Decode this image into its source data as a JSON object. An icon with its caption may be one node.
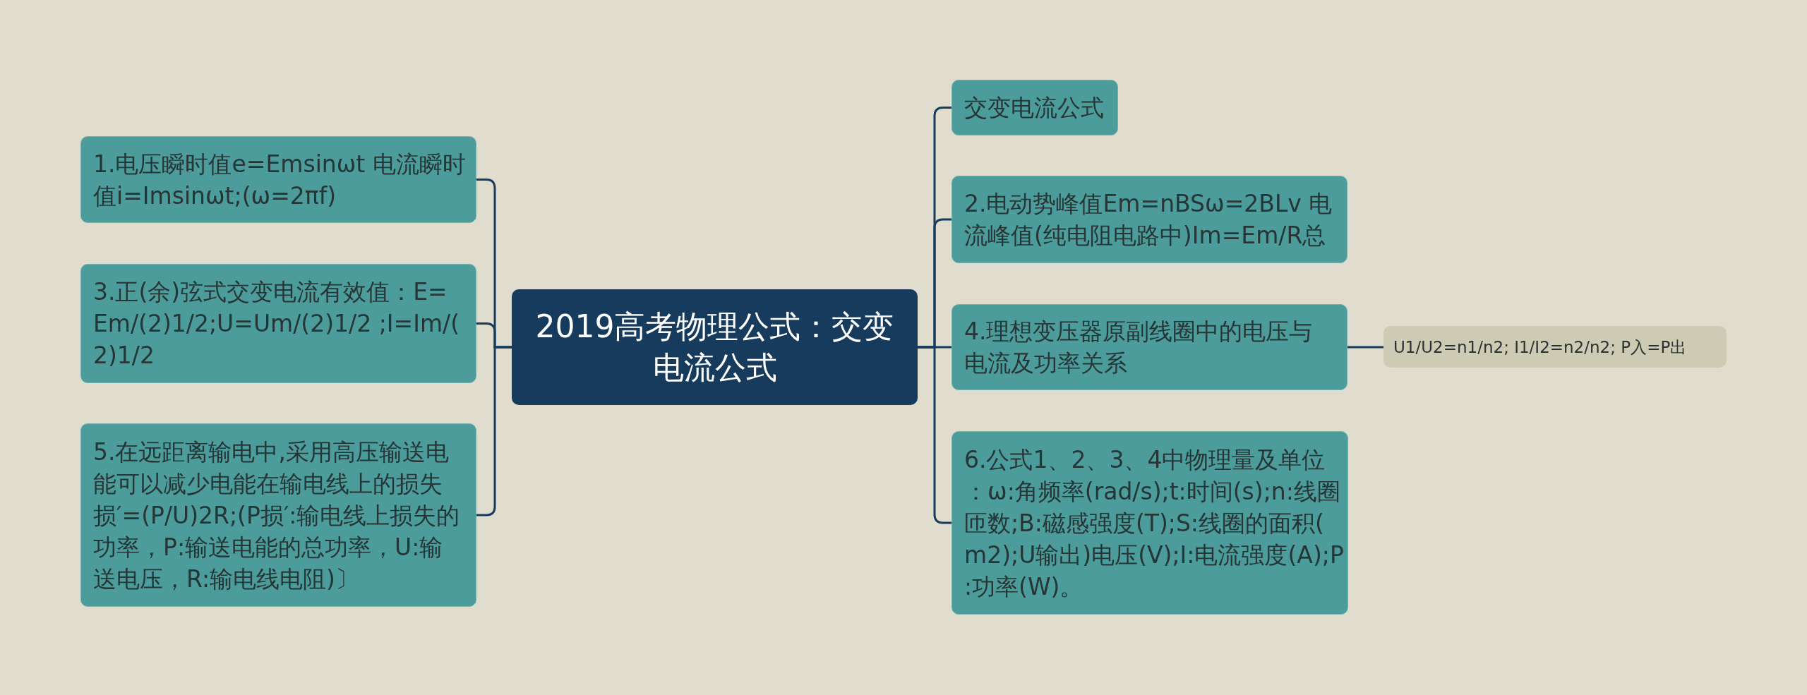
{
  "diagram": {
    "nodes": [
      {
        "text": [
          "2019高考物理公式：交变电流公式"
        ]
      },
      {
        "text": [
          "1.电压瞬时值e=Emsinωt 电流瞬时值i=Imsinωt;(ω=2πf)"
        ]
      },
      {
        "text": [
          "3.正(余)弦式交变电流有效值：E=Em/(2)1/2;U=Um/(2)1/2 ;I=Im/(2)1/2"
        ]
      },
      {
        "text": [
          "5.在远距离输电中,采用高压输送电能可以减少电能在输电线上的损失损′=(P/U)2R;(P损′:输电线上损失的功率，P:输送电能的总功率，U:输送电压，R:输电线电阻)〕"
        ]
      },
      {
        "text": [
          "交变电流公式"
        ]
      },
      {
        "text": [
          "2.电动势峰值Em=nBSω=2BLv 电流峰值(纯电阻电路中)Im=Em/R总"
        ]
      },
      {
        "text": [
          "4.理想变压器原副线圈中的电压与电流及功率关系"
        ]
      },
      {
        "text": [
          "U1/U2=n1/n2; I1/I2=n2/n2; P入=P出"
        ]
      },
      {
        "text": [
          "6.公式1、2、3、4中物理量及单位：ω:角频率(rad/s);t:时间(s);n:线圈匝数;B:磁感强度(T);S:线圈的面积(m2);U输出)电压(V);I:电流强度(A);P:功率(W)。"
        ]
      }
    ],
    "edges": [
      {
        "from": 0,
        "to": 1,
        "arrow": "none"
      },
      {
        "from": 0,
        "to": 2,
        "arrow": "none"
      },
      {
        "from": 0,
        "to": 3,
        "arrow": "none"
      },
      {
        "from": 0,
        "to": 4,
        "arrow": "none"
      },
      {
        "from": 0,
        "to": 5,
        "arrow": "none"
      },
      {
        "from": 0,
        "to": 6,
        "arrow": "none"
      },
      {
        "from": 0,
        "to": 8,
        "arrow": "none"
      },
      {
        "from": 6,
        "to": 7,
        "arrow": "none"
      }
    ]
  }
}
